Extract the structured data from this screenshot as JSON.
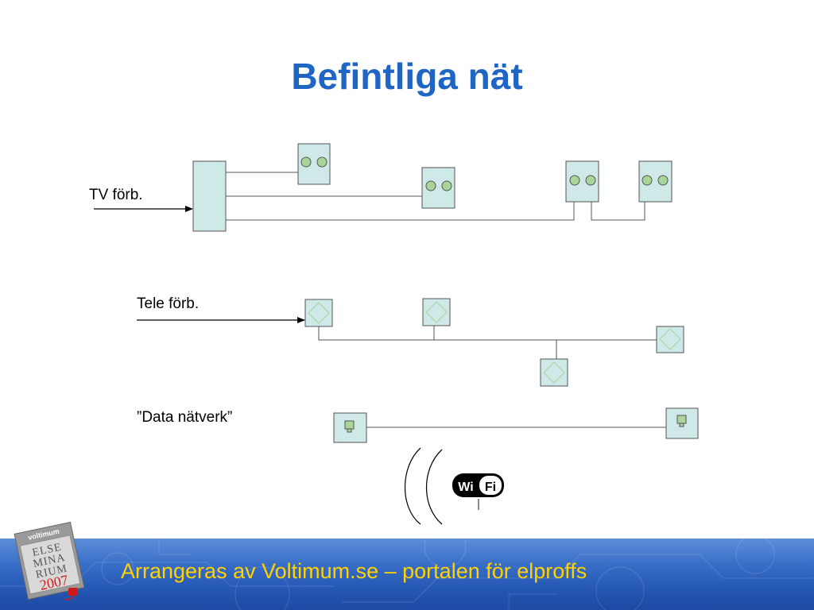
{
  "slide": {
    "title": "Befintliga nät",
    "labels": {
      "tv": "TV förb.",
      "tele": "Tele förb.",
      "data": "”Data nätverk”"
    },
    "wifi_text": {
      "wi": "Wi",
      "fi": "Fi"
    },
    "footer_text": "Arrangeras av Voltimum.se – portalen för elproffs",
    "logo": {
      "brand": "voltimum",
      "lines": [
        "ELSE",
        "MINA",
        "RIUM"
      ],
      "year": "2007"
    },
    "colors": {
      "title": "#1f66c4",
      "box_fill": "#cfe8e8",
      "socket_fill": "#a9d59a",
      "footer_text": "#ffd200",
      "footer_bg": "#2557b4"
    }
  }
}
